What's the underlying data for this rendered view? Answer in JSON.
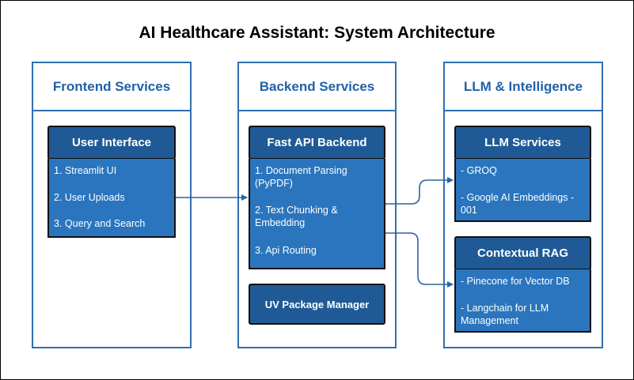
{
  "title": "AI Healthcare Assistant: System Architecture",
  "columns": {
    "frontend": {
      "label": "Frontend Services"
    },
    "backend": {
      "label": "Backend Services"
    },
    "llm": {
      "label": "LLM & Intelligence"
    }
  },
  "cards": {
    "user_interface": {
      "title": "User Interface",
      "items": [
        "1. Streamlit UI",
        "2. User Uploads",
        "3. Query and Search"
      ]
    },
    "fast_api": {
      "title": "Fast API Backend",
      "items": [
        "1. Document Parsing (PyPDF)",
        "2. Text Chunking & Embedding",
        "3. Api Routing"
      ]
    },
    "uv": {
      "title": "UV Package Manager"
    },
    "llm_services": {
      "title": "LLM Services",
      "items": [
        "- GROQ",
        "- Google AI Embeddings - 001"
      ]
    },
    "contextual_rag": {
      "title": "Contextual RAG",
      "items": [
        "- Pinecone for Vector DB",
        "- Langchain for LLM Management"
      ]
    }
  },
  "colors": {
    "column_border": "#2f6fb0",
    "card_header": "#1f5a96",
    "card_body": "#2a75bd",
    "arrow": "#2a64a0"
  }
}
